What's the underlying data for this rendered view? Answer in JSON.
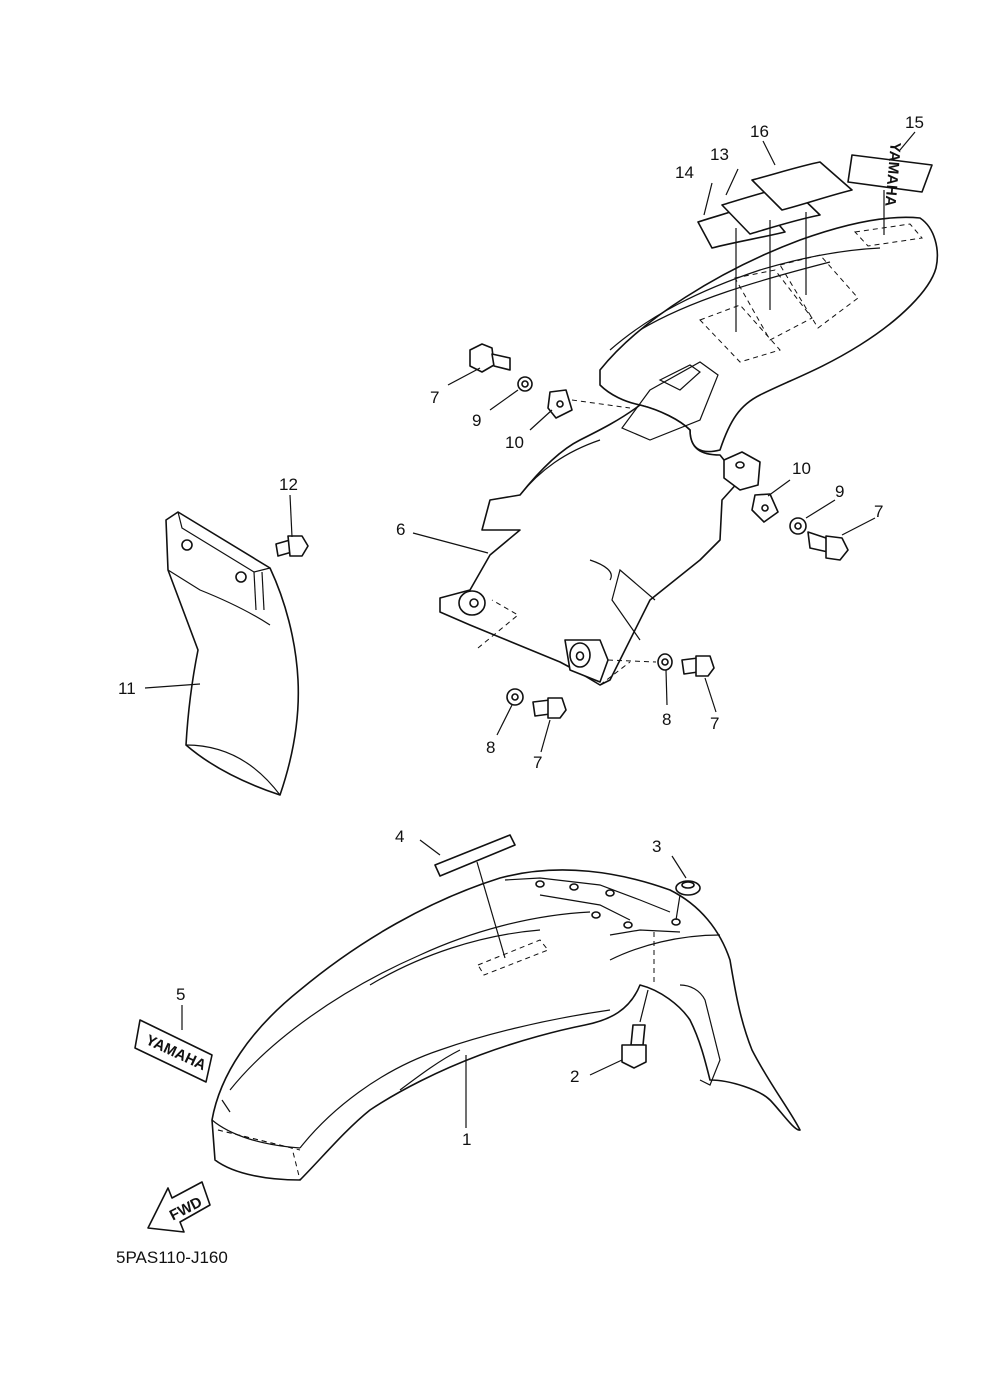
{
  "diagram": {
    "part_code": "5PAS110-J160",
    "arrow_label": "FWD",
    "decal_text": "YAMAHA",
    "callouts": {
      "c1": "1",
      "c2": "2",
      "c3": "3",
      "c4": "4",
      "c5": "5",
      "c6": "6",
      "c7a": "7",
      "c7b": "7",
      "c7c": "7",
      "c7d": "7",
      "c8a": "8",
      "c8b": "8",
      "c9a": "9",
      "c9b": "9",
      "c10a": "10",
      "c10b": "10",
      "c11": "11",
      "c12": "12",
      "c13": "13",
      "c14": "14",
      "c15": "15",
      "c16": "16"
    }
  }
}
